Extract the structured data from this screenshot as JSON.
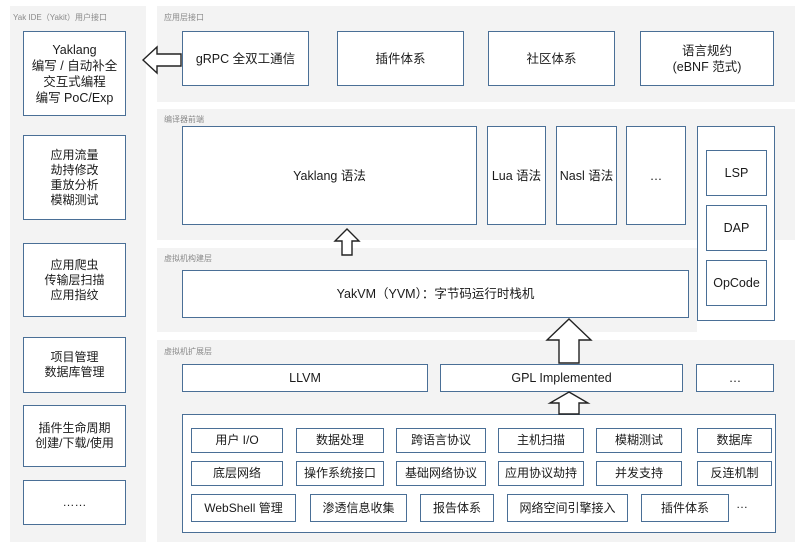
{
  "left_panel": {
    "label": "Yak IDE（Yakit）用户接口",
    "boxes": [
      "Yaklang\n编写 / 自动补全\n交互式编程\n编写 PoC/Exp",
      "应用流量\n劫持修改\n重放分析\n模糊测试",
      "应用爬虫\n传输层扫描\n应用指纹",
      "项目管理\n数据库管理",
      "插件生命周期\n创建/下载/使用",
      "……"
    ]
  },
  "app_layer": {
    "label": "应用层接口",
    "boxes": [
      "gRPC 全双工通信",
      "插件体系",
      "社区体系",
      "语言规约\n(eBNF 范式)"
    ]
  },
  "compiler_layer": {
    "label": "编译器前端",
    "boxes": [
      "Yaklang 语法",
      "Lua 语法",
      "Nasl 语法",
      "…"
    ]
  },
  "side_stack": {
    "boxes": [
      "LSP",
      "DAP",
      "OpCode"
    ]
  },
  "vm_layer": {
    "label": "虚拟机构建层",
    "box": "YakVM（YVM）：字节码运行时栈机"
  },
  "ext_layer": {
    "label": "虚拟机扩展层",
    "boxes": [
      "LLVM",
      "GPL Implemented",
      "…"
    ]
  },
  "library": {
    "row1": [
      "用户 I/O",
      "数据处理",
      "跨语言协议",
      "主机扫描",
      "模糊测试",
      "数据库"
    ],
    "row2": [
      "底层网络",
      "操作系统接口",
      "基础网络协议",
      "应用协议劫持",
      "并发支持",
      "反连机制"
    ],
    "row3": [
      "WebShell 管理",
      "渗透信息收集",
      "报告体系",
      "网络空间引擎接入",
      "插件体系"
    ],
    "more": "…"
  }
}
